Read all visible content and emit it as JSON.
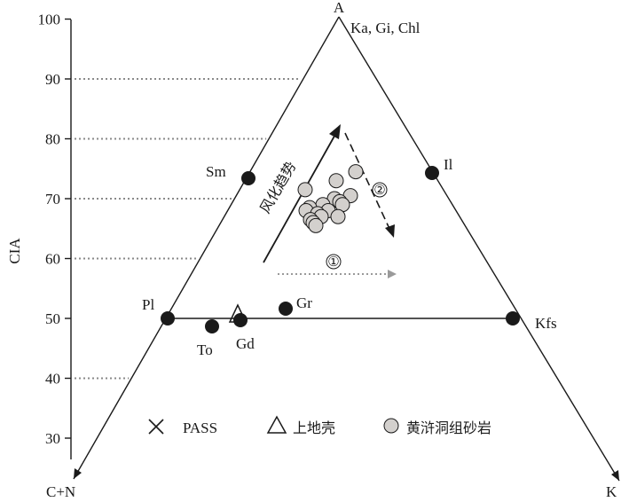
{
  "axis": {
    "ylabel": "CIA",
    "ticks": [
      30,
      40,
      50,
      60,
      70,
      80,
      90,
      100
    ],
    "dotted_guides_at": [
      40,
      60,
      70,
      80,
      90
    ]
  },
  "vertices": {
    "top": "A",
    "top_right": "Ka, Gi, Chl",
    "left": "C+N",
    "right": "K"
  },
  "minerals": [
    {
      "label": "Sm",
      "cia": 73.2
    },
    {
      "label": "Il",
      "cia": 74.2
    },
    {
      "label": "Pl",
      "cia": 50
    },
    {
      "label": "Kfs",
      "cia": 50
    },
    {
      "label": "To",
      "cia": 48.7
    },
    {
      "label": "Gd",
      "cia": 49.8
    },
    {
      "label": "Gr",
      "cia": 51.5
    }
  ],
  "annotations": {
    "trend": "风化趋势",
    "path1": "①",
    "path2": "②"
  },
  "legend": [
    {
      "marker": "cross",
      "label": "PASS"
    },
    {
      "marker": "triangle",
      "label": "上地壳"
    },
    {
      "marker": "circle",
      "label": "黄浒洞组砂岩"
    }
  ],
  "samples": {
    "name": "黄浒洞组砂岩",
    "cia": [
      74.5,
      73,
      71.5,
      70.5,
      70,
      69.5,
      69,
      69,
      68.5,
      68,
      68,
      67.5,
      67,
      67,
      66.5,
      66,
      65.5
    ]
  },
  "colors": {
    "line": "#1a1a1a",
    "sample_fill": "#d3d0cd",
    "guide": "#8a8a8a",
    "arrow1": "#9a9a9a"
  }
}
